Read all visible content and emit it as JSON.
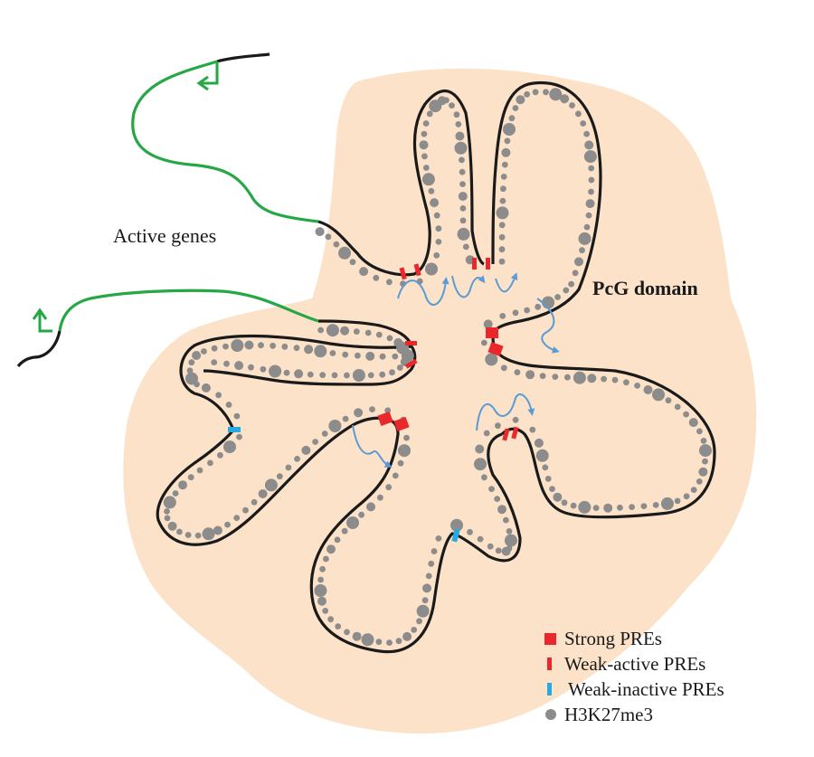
{
  "labels": {
    "active_genes": "Active genes",
    "pcg_domain": "PcG domain"
  },
  "legend": [
    {
      "id": "strong",
      "label": "Strong PREs",
      "marker": "red-square",
      "color": "#e8282b"
    },
    {
      "id": "weak-active",
      "label": "Weak-active PREs",
      "marker": "red-bar",
      "color": "#e8282b"
    },
    {
      "id": "weak-inactive",
      "label": "Weak-inactive PREs",
      "marker": "blue-bar",
      "color": "#27a9e1"
    },
    {
      "id": "h3k27me3",
      "label": "H3K27me3",
      "marker": "gray-dot",
      "color": "#8c8c8c"
    }
  ],
  "colors": {
    "domain_fill": "#fbe2c8",
    "chromatin": "#1a1a1a",
    "active_gene": "#26a745",
    "interaction_arrow": "#5b9bd5",
    "nucleosome": "#8c8c8c",
    "strong_pre": "#e8282b",
    "weak_active_pre": "#e8282b",
    "weak_inactive_pre": "#27a9e1"
  }
}
